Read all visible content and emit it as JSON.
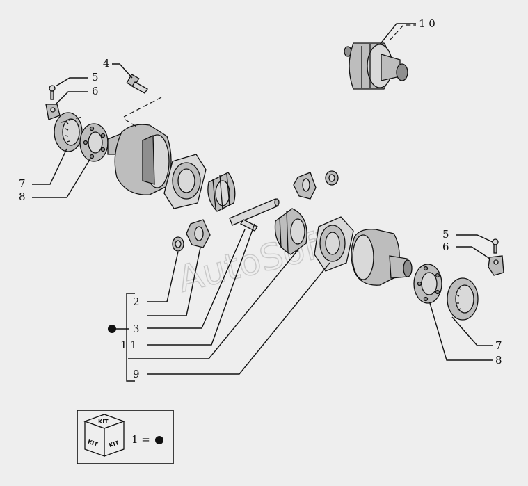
{
  "watermark": "AutoSoft",
  "callouts": {
    "c1": "1",
    "c2": "2",
    "c3": "3",
    "c4": "4",
    "c5_left": "5",
    "c6_left": "6",
    "c7_left": "7",
    "c8_left": "8",
    "c5_right": "5",
    "c6_right": "6",
    "c7_right": "7",
    "c8_right": "8",
    "c9": "9",
    "c10": "1 0",
    "c11": "1 1"
  },
  "legend": {
    "kit_text": "KIT",
    "equals": "1 ="
  }
}
